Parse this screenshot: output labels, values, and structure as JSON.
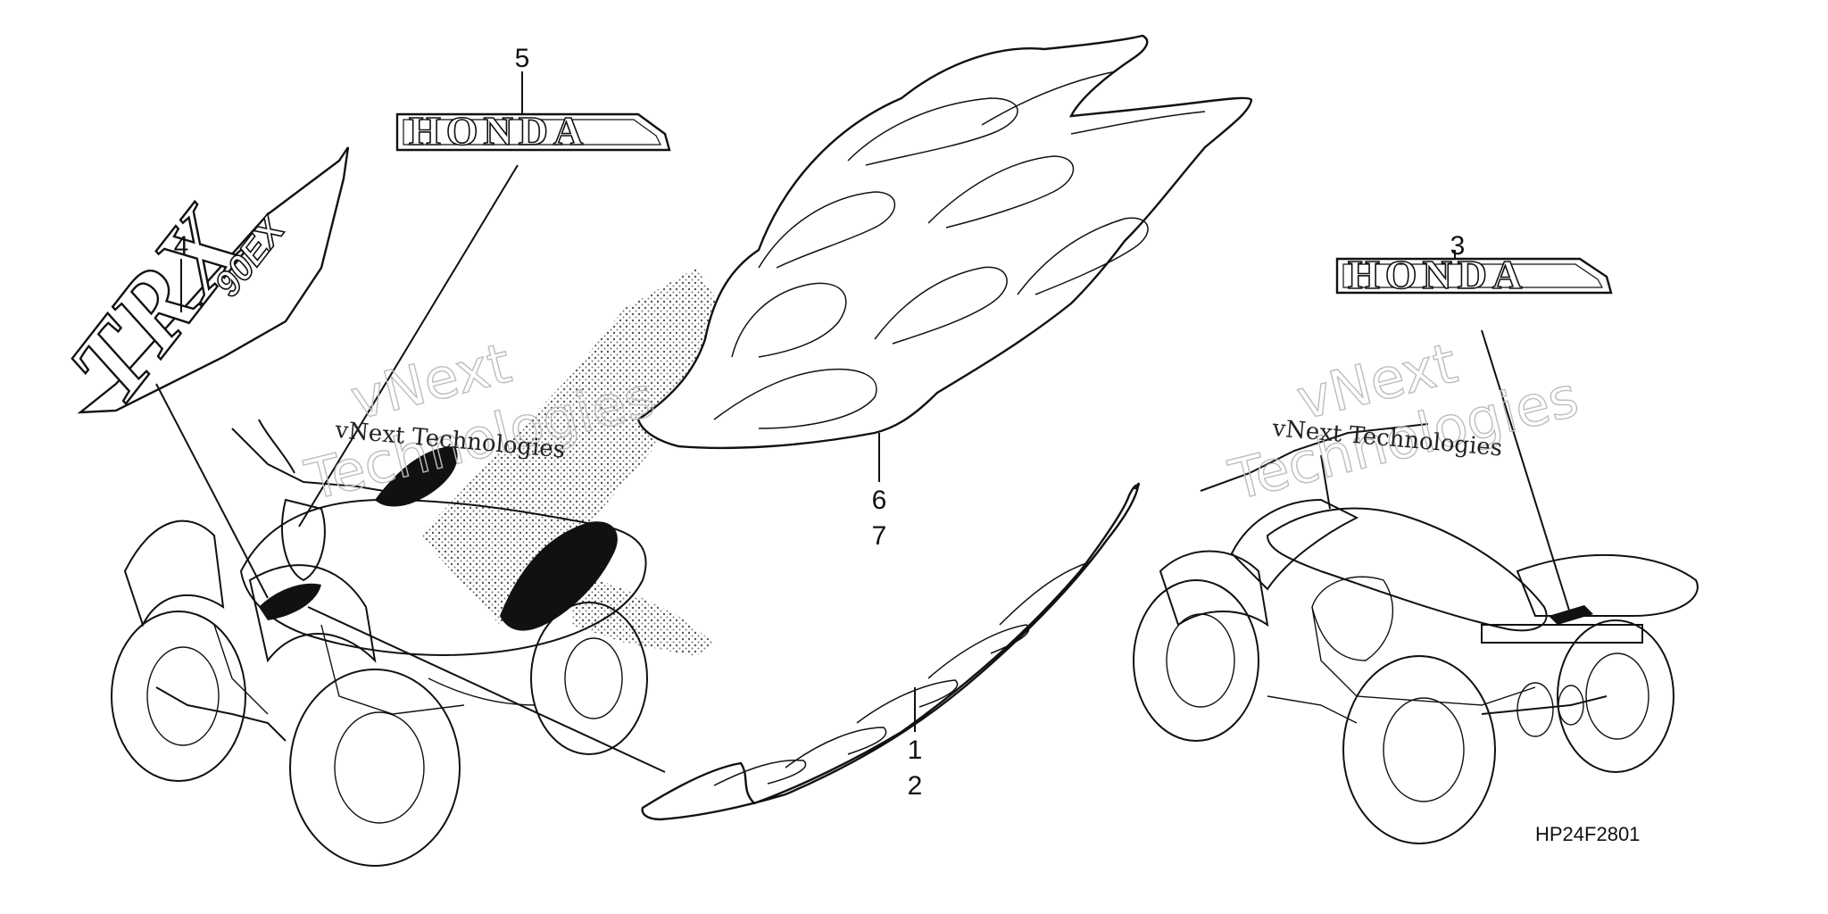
{
  "diagram": {
    "code": "HP24F2801",
    "callouts": {
      "c1": "1",
      "c2": "2",
      "c3": "3",
      "c4": "4",
      "c5": "5",
      "c6": "6",
      "c7": "7"
    },
    "logos": {
      "honda_5": "HONDA",
      "honda_3": "HONDA",
      "trx_main": "TRX",
      "trx_model": "90EX"
    },
    "watermarks": {
      "left_large_1": "vNext",
      "left_large_2": "Technologies",
      "left_small": "vNext Technologies",
      "right_large_1": "vNext",
      "right_large_2": "Technologies",
      "right_small": "vNext Technologies"
    }
  }
}
